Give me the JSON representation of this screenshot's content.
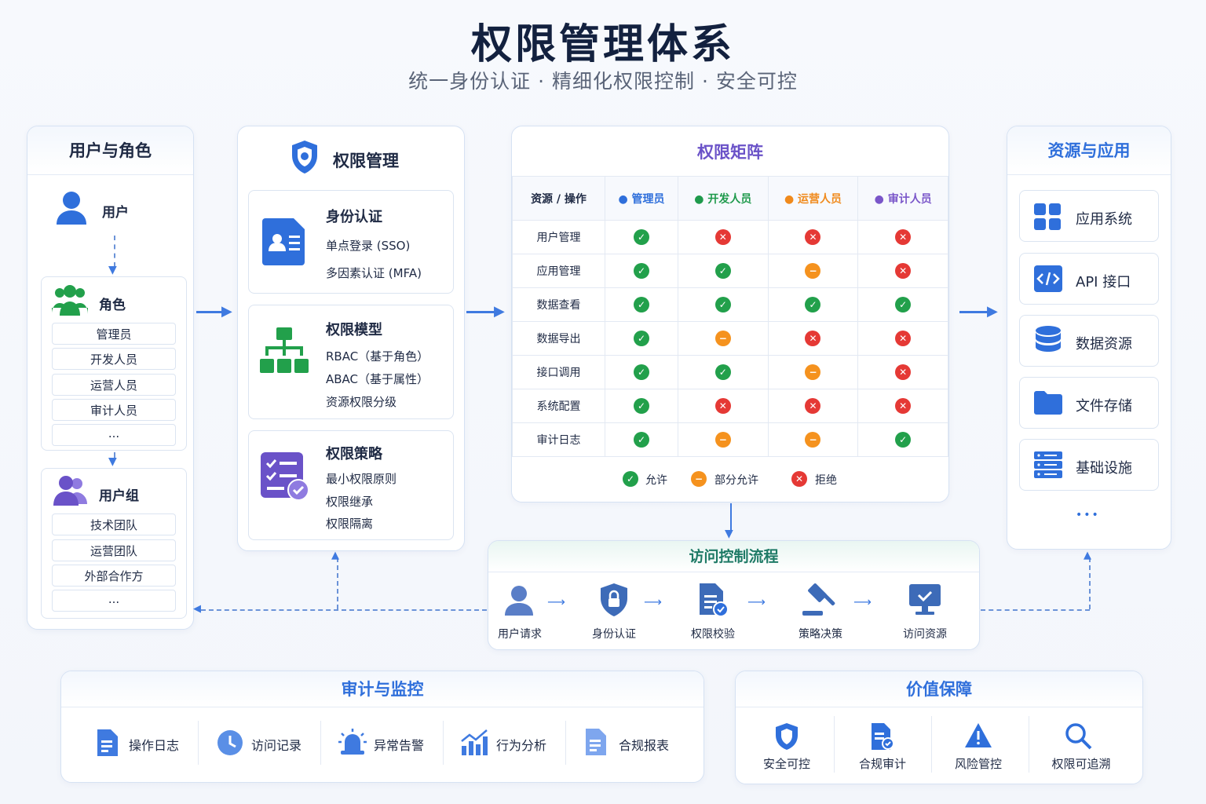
{
  "header": {
    "title": "权限管理体系",
    "subtitle": "统一身份认证 · 精细化权限控制 · 安全可控"
  },
  "users_roles": {
    "title": "用户与角色",
    "user_label": "用户",
    "role_label": "角色",
    "roles": [
      "管理员",
      "开发人员",
      "运营人员",
      "审计人员",
      "..."
    ],
    "group_label": "用户组",
    "groups": [
      "技术团队",
      "运营团队",
      "外部合作方",
      "..."
    ]
  },
  "permission_mgmt": {
    "title": "权限管理",
    "auth": {
      "title": "身份认证",
      "items": [
        "单点登录 (SSO)",
        "多因素认证 (MFA)"
      ]
    },
    "model": {
      "title": "权限模型",
      "items": [
        "RBAC（基于角色）",
        "ABAC（基于属性）",
        "资源权限分级"
      ]
    },
    "policy": {
      "title": "权限策略",
      "items": [
        "最小权限原则",
        "权限继承",
        "权限隔离"
      ]
    }
  },
  "matrix": {
    "title": "权限矩阵",
    "corner": "资源 / 操作",
    "roles": [
      "管理员",
      "开发人员",
      "运营人员",
      "审计人员"
    ],
    "role_colors": [
      "#2f6fdb",
      "#1f9a4c",
      "#f08a1c",
      "#7a56c9"
    ],
    "rows": [
      {
        "name": "用户管理",
        "cells": [
          "allow",
          "deny",
          "deny",
          "deny"
        ]
      },
      {
        "name": "应用管理",
        "cells": [
          "allow",
          "allow",
          "partial",
          "deny"
        ]
      },
      {
        "name": "数据查看",
        "cells": [
          "allow",
          "allow",
          "allow",
          "allow"
        ]
      },
      {
        "name": "数据导出",
        "cells": [
          "allow",
          "partial",
          "deny",
          "deny"
        ]
      },
      {
        "name": "接口调用",
        "cells": [
          "allow",
          "allow",
          "partial",
          "deny"
        ]
      },
      {
        "name": "系统配置",
        "cells": [
          "allow",
          "deny",
          "deny",
          "deny"
        ]
      },
      {
        "name": "审计日志",
        "cells": [
          "allow",
          "partial",
          "partial",
          "allow"
        ]
      }
    ],
    "legend": {
      "allow": "允许",
      "partial": "部分允许",
      "deny": "拒绝"
    }
  },
  "resources": {
    "title": "资源与应用",
    "items": [
      "应用系统",
      "API 接口",
      "数据资源",
      "文件存储",
      "基础设施"
    ],
    "more": "•••"
  },
  "flow": {
    "title": "访问控制流程",
    "steps": [
      "用户请求",
      "身份认证",
      "权限校验",
      "策略决策",
      "访问资源"
    ]
  },
  "audit": {
    "title": "审计与监控",
    "items": [
      "操作日志",
      "访问记录",
      "异常告警",
      "行为分析",
      "合规报表"
    ]
  },
  "value": {
    "title": "价值保障",
    "items": [
      "安全可控",
      "合规审计",
      "风险管控",
      "权限可追溯"
    ]
  }
}
